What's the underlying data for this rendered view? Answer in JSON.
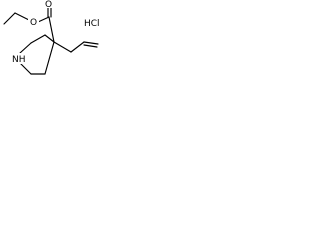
{
  "molecule": {
    "atoms": {
      "carbonyl_oxygen": "O",
      "ester_oxygen": "O",
      "ring_nitrogen": "NH",
      "chlorine": "HCl"
    }
  }
}
